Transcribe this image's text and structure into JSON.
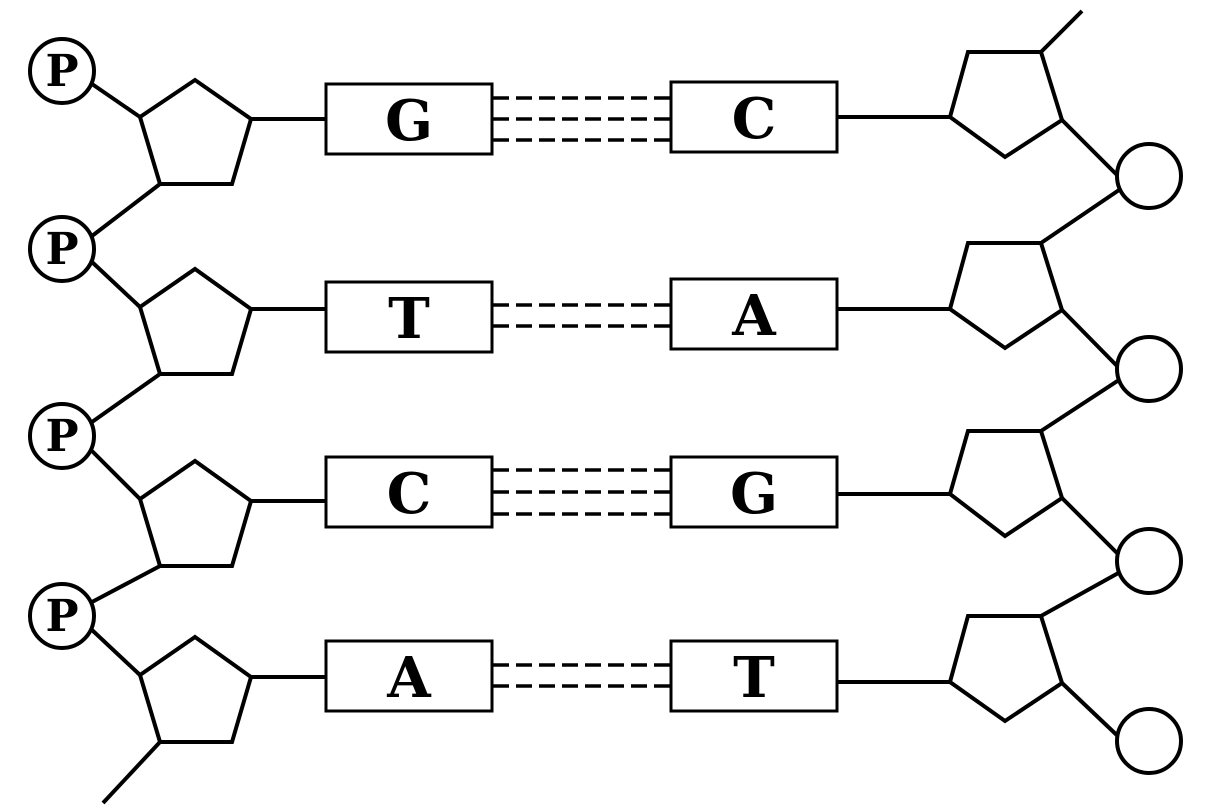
{
  "phosphate_label": "P",
  "pairs": [
    {
      "left": "G",
      "right": "C",
      "hydrogen_bonds": 3
    },
    {
      "left": "T",
      "right": "A",
      "hydrogen_bonds": 2
    },
    {
      "left": "C",
      "right": "G",
      "hydrogen_bonds": 3
    },
    {
      "left": "A",
      "right": "T",
      "hydrogen_bonds": 2
    }
  ],
  "colors": {
    "line": "#000000",
    "background": "#ffffff"
  }
}
